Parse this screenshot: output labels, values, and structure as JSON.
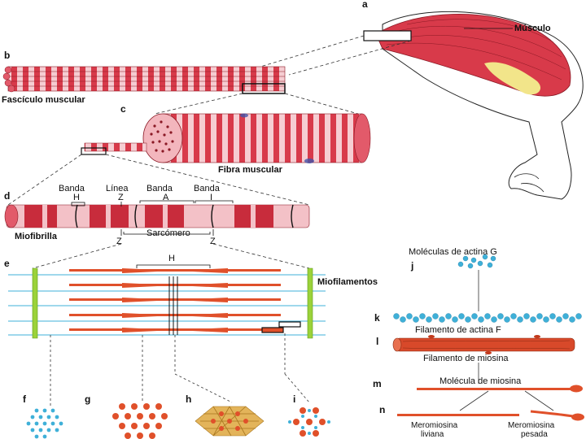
{
  "letters": {
    "a": "a",
    "b": "b",
    "c": "c",
    "d": "d",
    "e": "e",
    "f": "f",
    "g": "g",
    "h": "h",
    "i": "i",
    "j": "j",
    "k": "k",
    "l": "l",
    "m": "m",
    "n": "n"
  },
  "labels": {
    "musculo": "Músculo",
    "fasciculo": "Fascículo muscular",
    "fibra": "Fibra muscular",
    "miofibrilla": "Miofibrilla",
    "miofilamentos": "Miofilamentos",
    "banda_h_word": "Banda",
    "banda_h_letter": "H",
    "linea_z_word": "Línea",
    "linea_z_letter": "Z",
    "banda_a_word": "Banda",
    "banda_a_letter": "A",
    "banda_i_word": "Banda",
    "banda_i_letter": "I",
    "z_left": "Z",
    "z_right": "Z",
    "sarcomero": "Sarcómero",
    "h_zone": "H",
    "actina_g": "Moléculas de actina G",
    "actina_f": "Filamento de actina F",
    "miosina_fil": "Filamento de miosina",
    "miosina_mol": "Molécula de miosina",
    "mero_liv_1": "Meromiosina",
    "mero_liv_2": "liviana",
    "mero_pes_1": "Meromiosina",
    "mero_pes_2": "pesada"
  },
  "colors": {
    "muscle": "#d83a4a",
    "muscle_dark": "#a81f30",
    "actin": "#3fb0d8",
    "myosin": "#e0502a",
    "zdisc": "#9bd23a",
    "tendon": "#f2e58a"
  }
}
